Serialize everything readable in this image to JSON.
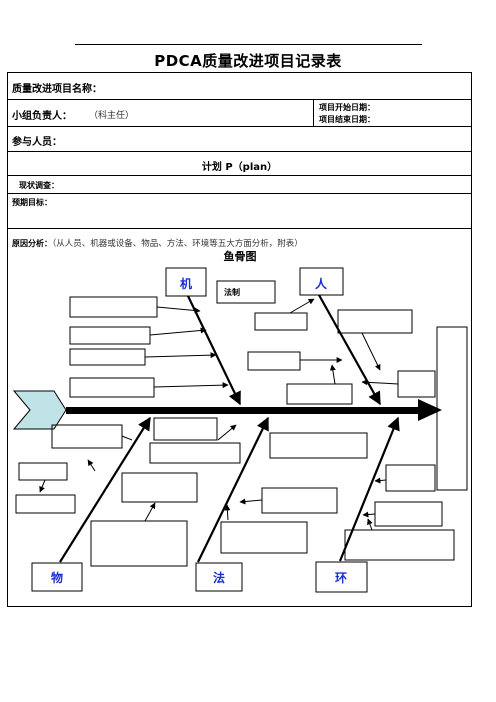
{
  "title": "PDCA质量改进项目记录表",
  "rows": {
    "project_name": "质量改进项目名称：",
    "leader_label": "小组负责人：",
    "leader_note": "（科主任）",
    "start_date": "项目开始日期：",
    "end_date": "项目结束日期：",
    "participants": "参与人员：",
    "plan_header": "计划 P（plan）",
    "status_survey": "现状调查：",
    "expected_goal": "预期目标：",
    "cause_label": "原因分析：",
    "cause_note": "（从人员、机器或设备、物品、方法、环境等五大方面分析，附表）"
  },
  "fishbone": {
    "title": "鱼骨图",
    "categories": {
      "machine": "机",
      "people": "人",
      "material": "物",
      "method": "法",
      "environment": "环"
    },
    "box_label": "法制",
    "colors": {
      "category_text": "#1a2fd0",
      "head_fill": "#bfe3e6",
      "spine": "#000000"
    }
  }
}
